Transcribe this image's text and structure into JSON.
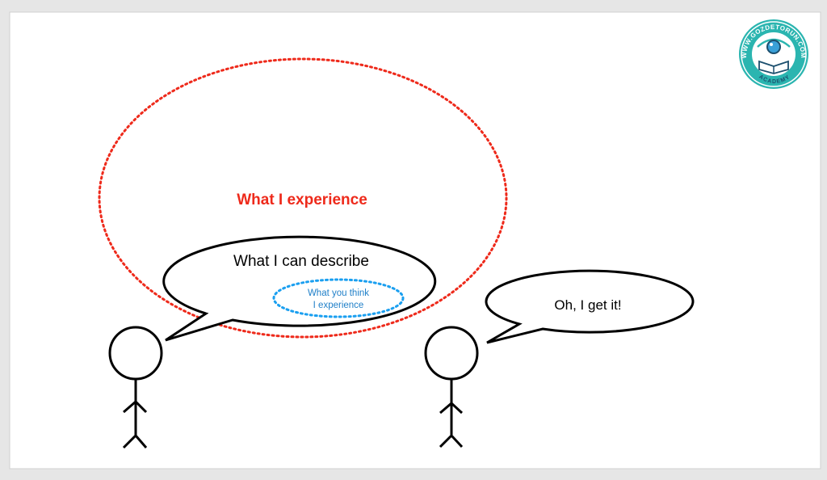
{
  "slide": {
    "outer_label": "What I experience",
    "speaker_bubble": "What I can describe",
    "inner_label_line1": "What you think",
    "inner_label_line2": "I experience",
    "listener_bubble": "Oh, I get it!"
  },
  "logo": {
    "top_text": "WWW.GOZDETORUN.COM",
    "bottom_text": "ACADEMY"
  },
  "colors": {
    "red": "#ee2a1b",
    "blue": "#1a9ff0",
    "blue_text": "#1f7fc8",
    "teal": "#2bb5b0"
  }
}
